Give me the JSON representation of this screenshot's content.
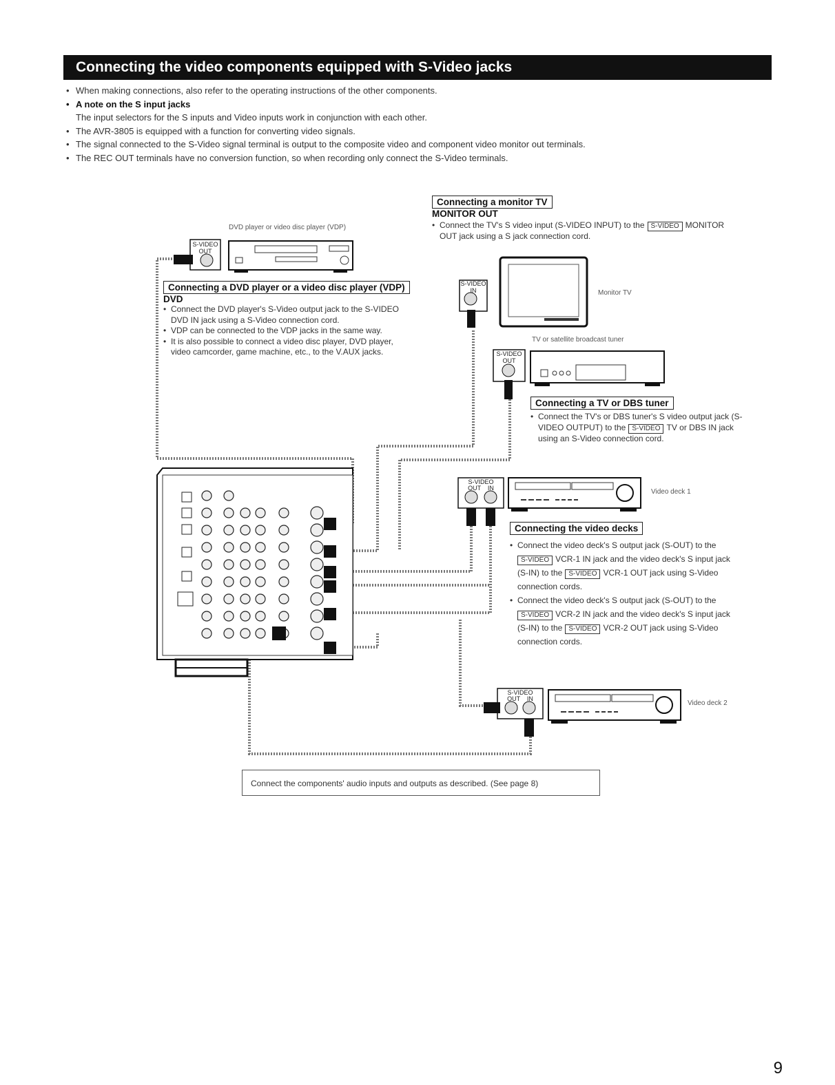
{
  "header": {
    "title": "Connecting the video components equipped with S-Video jacks"
  },
  "intro": {
    "bullet1": "When making connections, also refer to the operating instructions of the other components.",
    "note_heading": "A note on the S input jacks",
    "note_text": "The input selectors for the S inputs and Video inputs work in conjunction with each other.",
    "bullet2": "The AVR-3805 is equipped with a function for converting video signals.",
    "bullet3": "The signal connected to the S-Video signal terminal is output to the composite video and component video monitor out terminals.",
    "bullet4": "The REC OUT terminals have no conversion function, so when recording only connect the S-Video terminals."
  },
  "monitor_section": {
    "title": "Connecting a monitor TV",
    "subheading": "MONITOR OUT",
    "text_a": "Connect the TV's S video input (S-VIDEO INPUT) to the",
    "tag": "S-VIDEO",
    "text_b": "MONITOR",
    "text_c": "OUT jack using a S jack connection cord."
  },
  "dvd_section": {
    "device_label": "DVD player or video disc player (VDP)",
    "title": "Connecting a DVD player or a video disc player (VDP)",
    "subheading": "DVD",
    "bullet1a": "Connect the DVD player's S-Video output jack to the S-VIDEO",
    "bullet1b": "DVD IN jack using a S-Video connection cord.",
    "bullet2": "VDP can be connected to the VDP jacks in the same way.",
    "bullet3a": "It is also possible to connect a video disc player, DVD player,",
    "bullet3b": "video camcorder, game machine, etc., to the V.AUX jacks."
  },
  "tv_section": {
    "monitor_label": "Monitor TV",
    "tuner_label": "TV or satellite broadcast tuner",
    "title": "Connecting a TV or DBS tuner",
    "text_a": "Connect the TV's or DBS tuner's S video output jack (S-",
    "text_b": "VIDEO OUTPUT) to the",
    "tag": "S-VIDEO",
    "text_c": "TV or DBS IN jack",
    "text_d": "using an S-Video connection cord."
  },
  "decks_section": {
    "deck1_label": "Video deck 1",
    "deck2_label": "Video deck 2",
    "title": "Connecting the video decks",
    "tag": "S-VIDEO",
    "b1_l1": "Connect the video deck's S output jack (S-OUT) to the",
    "b1_l2": "VCR-1 IN jack and the video deck's S input jack",
    "b1_l3a": "(S-IN) to the",
    "b1_l3b": "VCR-1 OUT jack using S-Video",
    "b1_l4": "connection cords.",
    "b2_l1": "Connect the video deck's S output jack (S-OUT) to the",
    "b2_l2": "VCR-2 IN jack and the video deck's S input jack",
    "b2_l3a": "(S-IN) to the",
    "b2_l3b": "VCR-2 OUT jack using S-Video",
    "b2_l4": "connection cords."
  },
  "jack_labels": {
    "svideo": "S-VIDEO",
    "out": "OUT",
    "in": "IN",
    "out_in": "OUT    IN"
  },
  "footer": {
    "note": "Connect the components' audio inputs and outputs as described. (See page 8)",
    "page_number": "9"
  }
}
